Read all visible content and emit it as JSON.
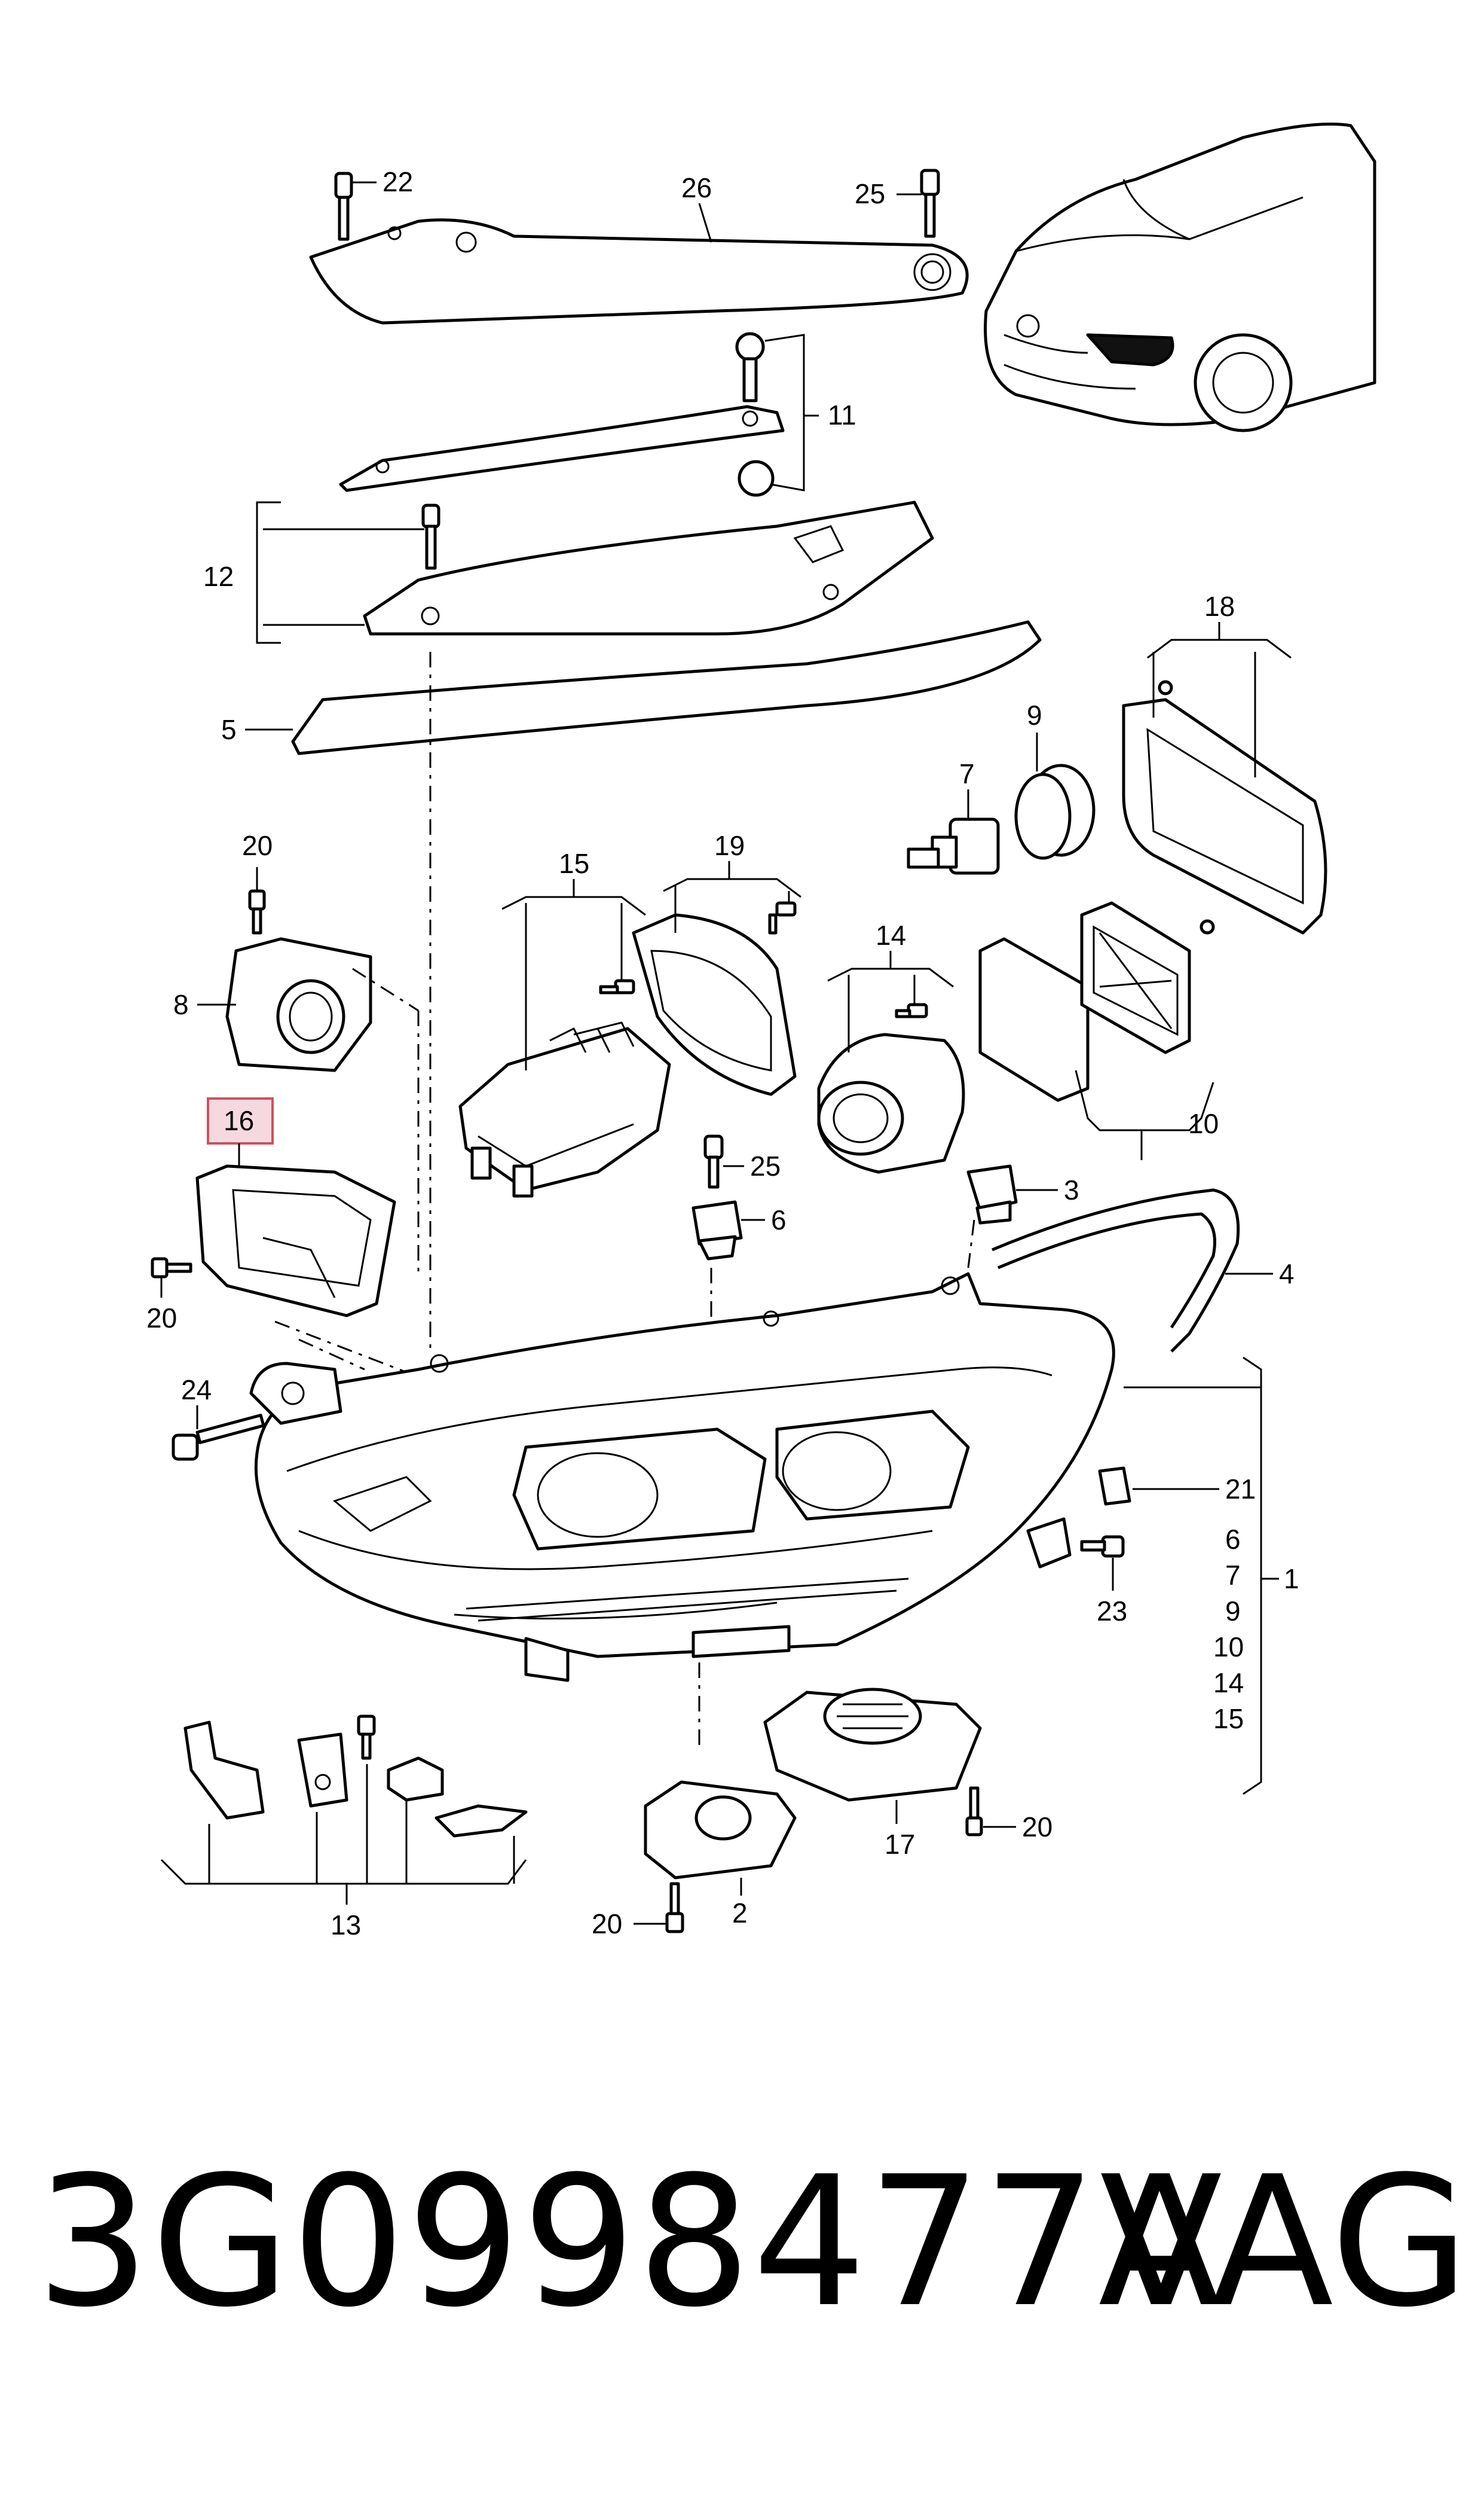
{
  "callouts": {
    "c22": "22",
    "c26": "26",
    "c25a": "25",
    "c11": "11",
    "c12": "12",
    "c18": "18",
    "c5": "5",
    "c9": "9",
    "c7": "7",
    "c20a": "20",
    "c15": "15",
    "c19": "19",
    "c14": "14",
    "c8": "8",
    "c16": "16",
    "c25b": "25",
    "c6": "6",
    "c3": "3",
    "c4": "4",
    "c10": "10",
    "c20b": "20",
    "c24": "24",
    "c21": "21",
    "c1": "1",
    "c23": "23",
    "c20c": "20",
    "c17": "17",
    "c13": "13",
    "c20d": "20",
    "c2": "2"
  },
  "group_list": [
    "6",
    "7",
    "9",
    "10",
    "14",
    "15"
  ],
  "highlight": "16",
  "footer": {
    "part_number": "3G0998477A",
    "brand": "VAG"
  }
}
